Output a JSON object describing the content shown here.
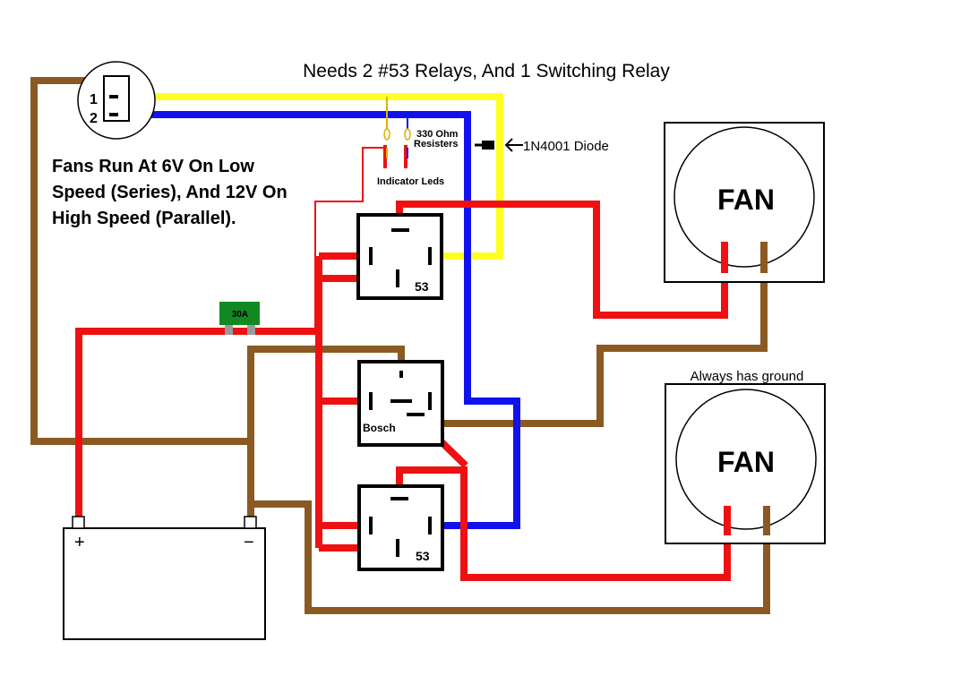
{
  "title": "Needs 2 #53 Relays, And 1 Switching Relay",
  "note_lines": [
    "Fans Run At 6V On Low",
    "Speed (Series), And 12V On",
    "High Speed (Parallel)."
  ],
  "switch": {
    "pin1": "1",
    "pin2": "2"
  },
  "resistor_label": {
    "line1": "330 Ohm",
    "line2": "Resisters"
  },
  "diode_label": "1N4001 Diode",
  "led_label": "Indicator Leds",
  "fuse_label": "30A",
  "relays": {
    "top": "53",
    "middle": "Bosch",
    "bottom": "53"
  },
  "fans": {
    "top": "FAN",
    "bottom": "FAN"
  },
  "ground_note": "Always has ground",
  "battery": {
    "plus": "+",
    "minus": "−"
  },
  "colors": {
    "red": "#ee1111",
    "yellow": "#ffff22",
    "blue": "#1111ee",
    "brown": "#8a5a22",
    "fuse_green": "#118822",
    "black": "#000000"
  }
}
